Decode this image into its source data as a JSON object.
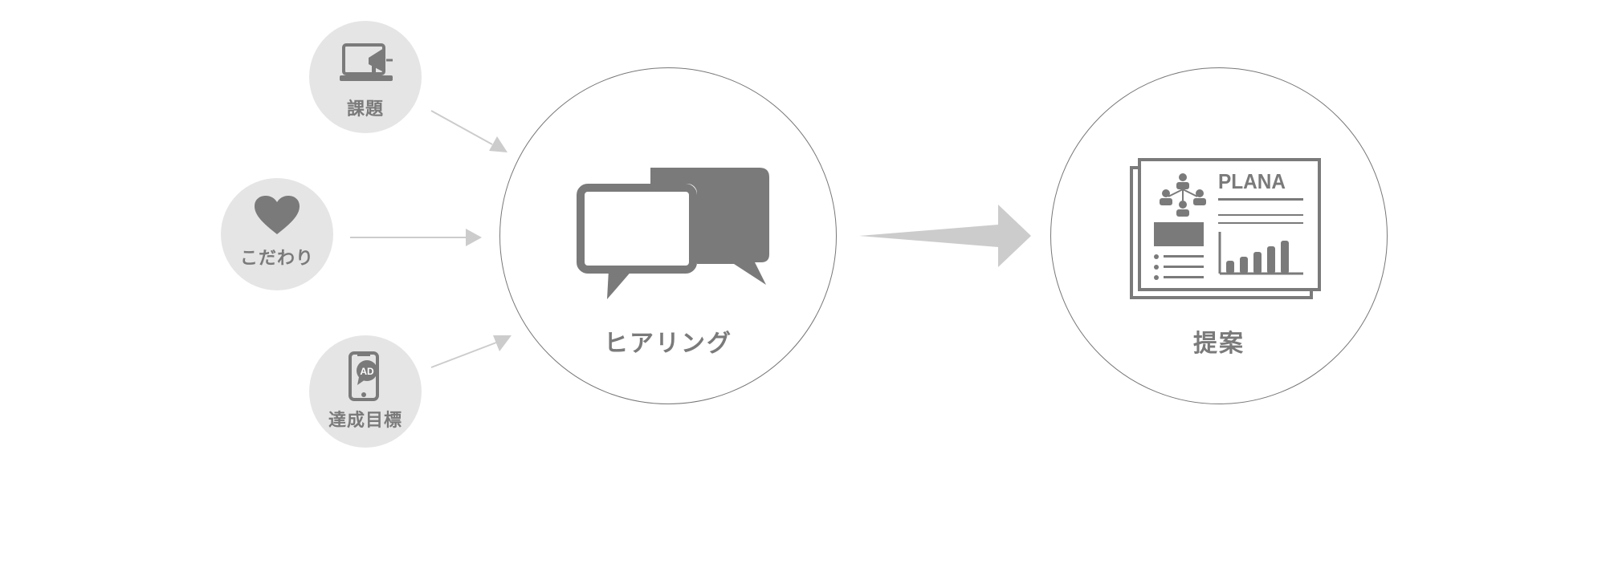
{
  "inputs": [
    {
      "id": "issue",
      "label": "課題",
      "icon": "laptop-megaphone-icon"
    },
    {
      "id": "preference",
      "label": "こだわり",
      "icon": "heart-icon"
    },
    {
      "id": "goal",
      "label": "達成目標",
      "icon": "smartphone-ad-icon"
    }
  ],
  "hearing": {
    "label": "ヒアリング",
    "icon": "speech-bubbles-icon"
  },
  "proposal": {
    "label": "提案",
    "icon": "plan-document-icon",
    "plan_text": "PLANA"
  },
  "colors": {
    "icon": "#7a7a7a",
    "soft_fill": "#e5e5e5",
    "arrow": "#cccccc",
    "outline": "#777777"
  }
}
